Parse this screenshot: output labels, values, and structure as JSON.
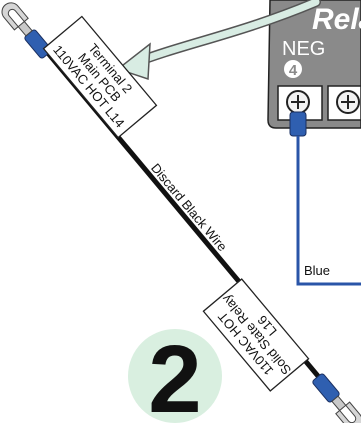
{
  "relay": {
    "title_fragment": "Rela",
    "terminal_label": "NEG",
    "terminal_number": "4"
  },
  "wire": {
    "label": "Discard Black Wire",
    "color": "#111111"
  },
  "tag_top": {
    "lines": [
      "Terminal 2",
      "Main PCB",
      "110VAC HOT L14"
    ]
  },
  "tag_bottom": {
    "lines": [
      "110VAC HOT",
      "Solid State Relay",
      "L16"
    ]
  },
  "blue_wire": {
    "label": "Blue",
    "color": "#2a55a8"
  },
  "step": {
    "number": "2",
    "circle_color": "#d9efe0"
  },
  "colors": {
    "relay_body": "#8a8a8a",
    "connector": "#2f5fb0",
    "arrow": "#d8ece3"
  }
}
